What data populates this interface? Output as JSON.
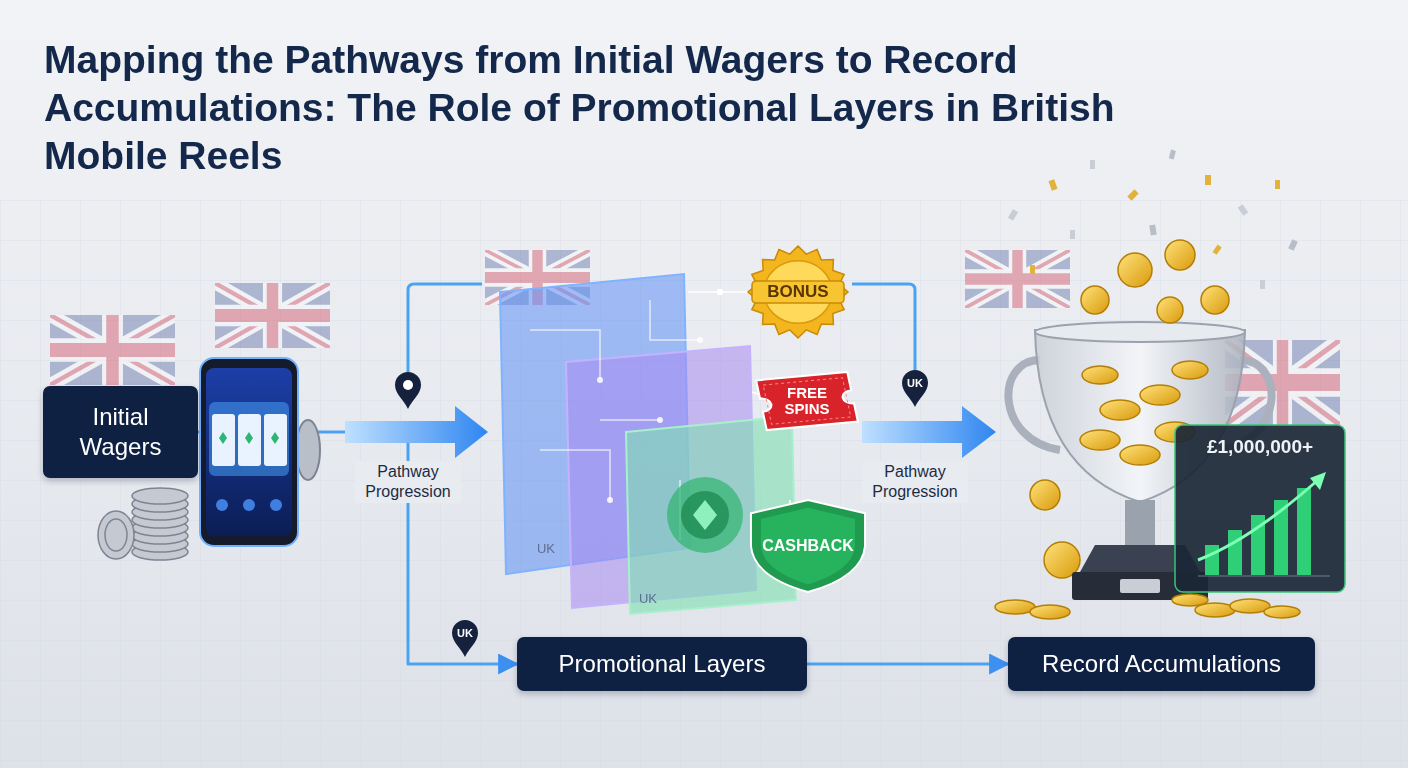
{
  "diagram": {
    "title": "Mapping the Pathways from Initial Wagers to Record Accumulations: The Role of Promotional Layers in British Mobile Reels",
    "nodes": [
      {
        "text": [
          "Initial Wagers"
        ]
      },
      {
        "text": [
          "BONUS"
        ]
      },
      {
        "text": [
          "FREE SPINS"
        ]
      },
      {
        "text": [
          "CASHBACK"
        ]
      },
      {
        "text": [
          "Promotional Layers"
        ]
      },
      {
        "text": [
          "Record Accumulations"
        ]
      }
    ],
    "edges": [
      {
        "from": 0,
        "to": 4,
        "arrow": "to",
        "label": "Pathway Progression"
      },
      {
        "from": 4,
        "to": 5,
        "arrow": "to"
      }
    ],
    "labels": [
      "Pathway Progression",
      "UK",
      "UK",
      "UK",
      "UK",
      "£1,000,000+"
    ]
  }
}
